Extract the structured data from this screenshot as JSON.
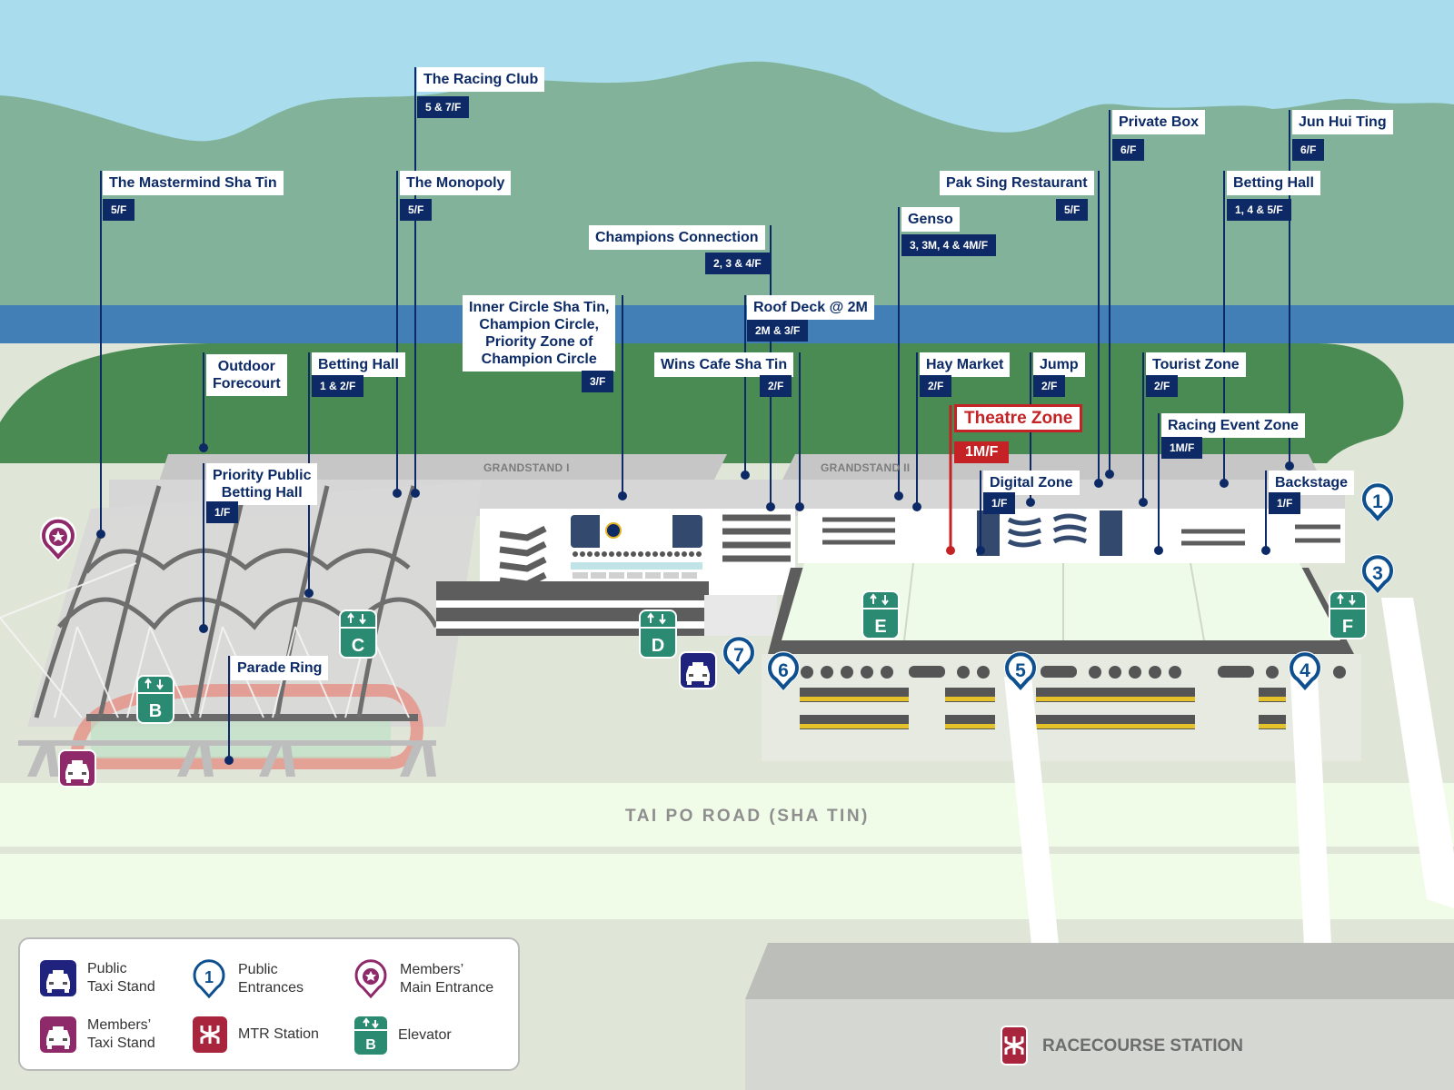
{
  "map": {
    "grandstand_labels": [
      "GRANDSTAND I",
      "GRANDSTAND II"
    ],
    "road_label": "TAI PO ROAD (SHA TIN)",
    "station_label": "RACECOURSE STATION",
    "colors": {
      "sky": "#a9dcec",
      "hills": "#82b39a",
      "river": "#427fb7",
      "park": "#4a8b53",
      "ground": "#e0e6d7",
      "label_text": "#0b2a66",
      "floor_badge": "#0d2a66",
      "highlight": "#c42224",
      "elevator": "#2a8a72",
      "public_taxi": "#20237e",
      "members": "#8e2a6a",
      "entrance": "#0d4f8f",
      "mtr": "#a8253d"
    }
  },
  "venues": [
    {
      "name": "The Racing Club",
      "floors": "5 & 7/F"
    },
    {
      "name": "The Mastermind Sha Tin",
      "floors": "5/F"
    },
    {
      "name": "The Monopoly",
      "floors": "5/F"
    },
    {
      "name": "Champions Connection",
      "floors": "2, 3 & 4/F"
    },
    {
      "name": "Inner Circle Sha Tin, Champion Circle, Priority Zone of Champion Circle",
      "lines": [
        "Inner Circle Sha Tin,",
        "Champion Circle,",
        "Priority Zone of",
        "Champion Circle"
      ],
      "floors": "3/F"
    },
    {
      "name": "Roof Deck @ 2M",
      "floors": "2M & 3/F"
    },
    {
      "name": "Wins Cafe Sha Tin",
      "floors": "2/F"
    },
    {
      "name": "Outdoor Forecourt",
      "lines": [
        "Outdoor",
        "Forecourt"
      ],
      "floors": ""
    },
    {
      "name": "Betting Hall",
      "floors": "1 & 2/F"
    },
    {
      "name": "Priority Public Betting Hall",
      "lines": [
        "Priority Public",
        "Betting Hall"
      ],
      "floors": "1/F"
    },
    {
      "name": "Parade Ring",
      "floors": ""
    },
    {
      "name": "Genso",
      "floors": "3, 3M, 4 & 4M/F"
    },
    {
      "name": "Pak Sing Restaurant",
      "floors": "5/F"
    },
    {
      "name": "Private Box",
      "floors": "6/F"
    },
    {
      "name": "Jun Hui Ting",
      "floors": "6/F"
    },
    {
      "name": "Betting Hall",
      "floors": "1, 4 & 5/F"
    },
    {
      "name": "Hay Market",
      "floors": "2/F"
    },
    {
      "name": "Jump",
      "floors": "2/F"
    },
    {
      "name": "Tourist Zone",
      "floors": "2/F"
    },
    {
      "name": "Theatre Zone",
      "floors": "1M/F",
      "highlighted": true
    },
    {
      "name": "Racing Event Zone",
      "floors": "1M/F"
    },
    {
      "name": "Digital Zone",
      "floors": "1/F"
    },
    {
      "name": "Backstage",
      "floors": "1/F"
    }
  ],
  "entrances": [
    "1",
    "3",
    "4",
    "5",
    "6",
    "7"
  ],
  "elevators": [
    "B",
    "C",
    "D",
    "E",
    "F"
  ],
  "legend": [
    {
      "icon": "public-taxi-stand-icon",
      "lines": [
        "Public",
        "Taxi Stand"
      ]
    },
    {
      "icon": "public-entrance-icon",
      "lines": [
        "Public",
        "Entrances"
      ],
      "sample": "1"
    },
    {
      "icon": "members-main-entrance-icon",
      "lines": [
        "Members’",
        "Main Entrance"
      ]
    },
    {
      "icon": "members-taxi-stand-icon",
      "lines": [
        "Members’",
        "Taxi Stand"
      ]
    },
    {
      "icon": "mtr-station-icon",
      "lines": [
        "MTR Station"
      ]
    },
    {
      "icon": "elevator-icon",
      "lines": [
        "Elevator"
      ],
      "sample": "B"
    }
  ]
}
